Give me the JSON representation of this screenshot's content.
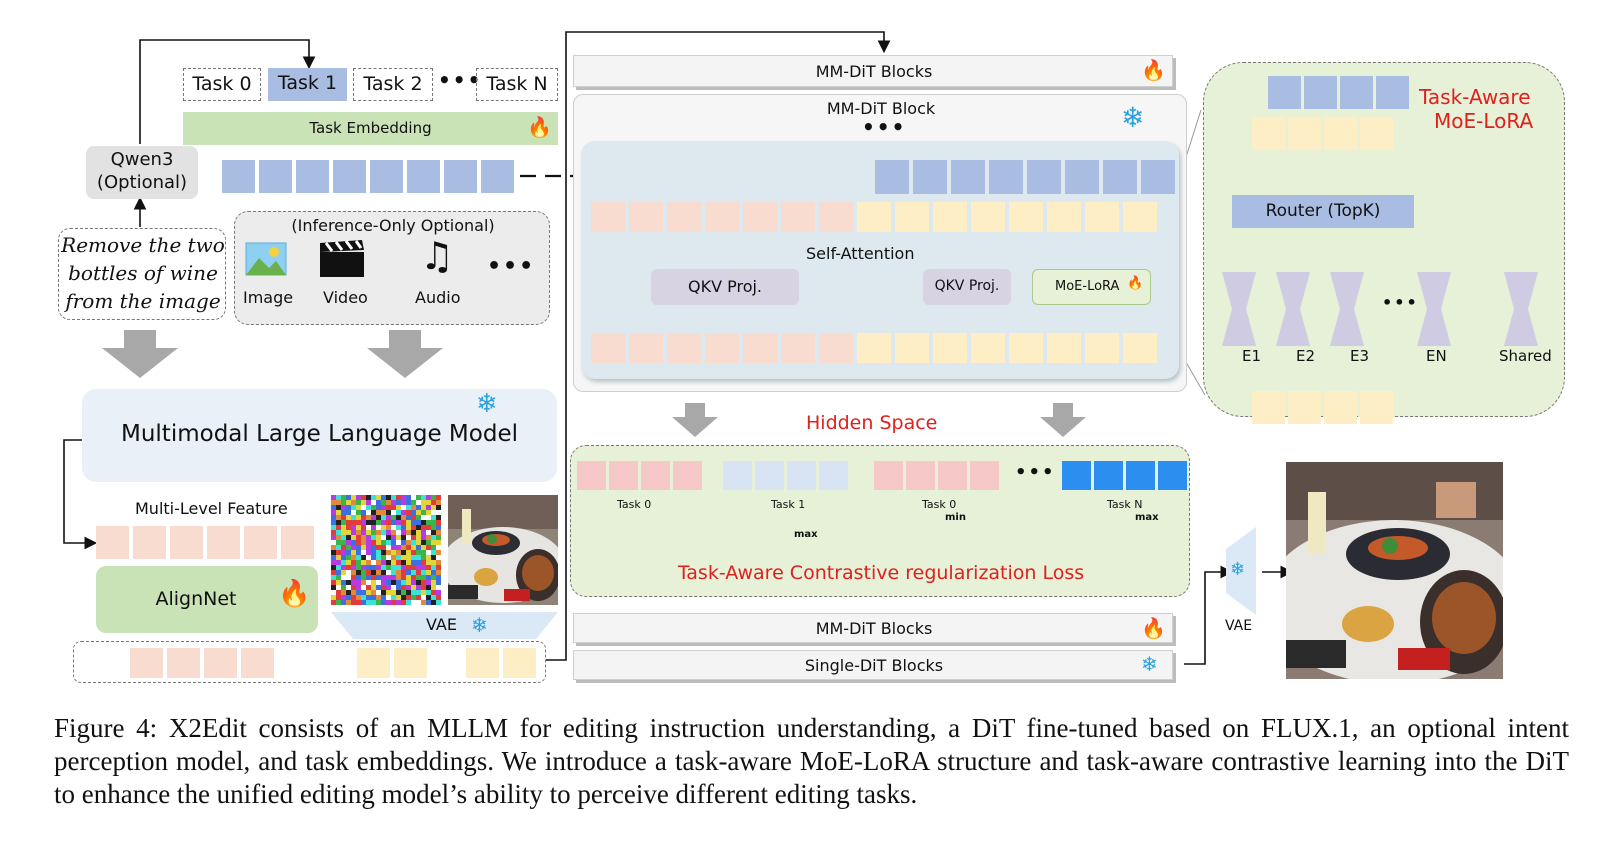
{
  "input_side": {
    "tasks": [
      "Task 0",
      "Task 1",
      "Task 2",
      "Task N"
    ],
    "task_ellipsis": "•••",
    "task_embedding": "Task Embedding",
    "qwen_line1": "Qwen3",
    "qwen_line2": "(Optional)",
    "instruction_lines": [
      "Remove the two",
      "bottles of wine",
      "from the image"
    ],
    "optional_title": "(Inference-Only Optional)",
    "modalities": [
      "Image",
      "Video",
      "Audio"
    ],
    "modality_ellipsis": "•••",
    "mllm": "Multimodal Large Language Model",
    "multi_level_feature": "Multi-Level Feature",
    "alignnet": "AlignNet",
    "vae": "VAE"
  },
  "dit": {
    "top_blocks": "MM-DiT Blocks",
    "block_title": "MM-DiT Block",
    "block_ellipsis": "•••",
    "self_attention": "Self-Attention",
    "qkv1": "QKV Proj.",
    "qkv2": "QKV Proj.",
    "moe_lora": "MoE-LoRA",
    "hidden_space": "Hidden Space",
    "contrast_tasks": [
      "Task 0",
      "Task 1",
      "Task 0",
      "Task N"
    ],
    "contrast_min": "min",
    "contrast_max1": "max",
    "contrast_max2": "max",
    "contrast_ellipsis": "•••",
    "contrastive_loss": "Task-Aware Contrastive regularization Loss",
    "bottom_mm": "MM-DiT Blocks",
    "bottom_single": "Single-DiT Blocks",
    "out_vae": "VAE"
  },
  "moe": {
    "title_line1": "Task-Aware",
    "title_line2": "MoE-LoRA",
    "router": "Router (TopK)",
    "experts": [
      "E1",
      "E2",
      "E3",
      "EN",
      "Shared"
    ],
    "expert_ellipsis": "•••"
  },
  "caption": "Figure 4: X2Edit consists of an MLLM for editing instruction understanding, a DiT fine-tuned based on FLUX.1, an optional intent perception model, and task embeddings. We introduce a task-aware MoE-LoRA structure and task-aware contrastive learning into the DiT to enhance the unified editing model’s ability to perceive different editing tasks.",
  "colors": {
    "token_blue": "#a9bde2",
    "token_peach": "#f9dcd0",
    "token_yellow": "#fdeec5",
    "panel_green": "#e6f1d8",
    "panel_blue": "#dde9ee",
    "accent_red": "#e0201c",
    "snow_blue": "#2aa0e0"
  }
}
